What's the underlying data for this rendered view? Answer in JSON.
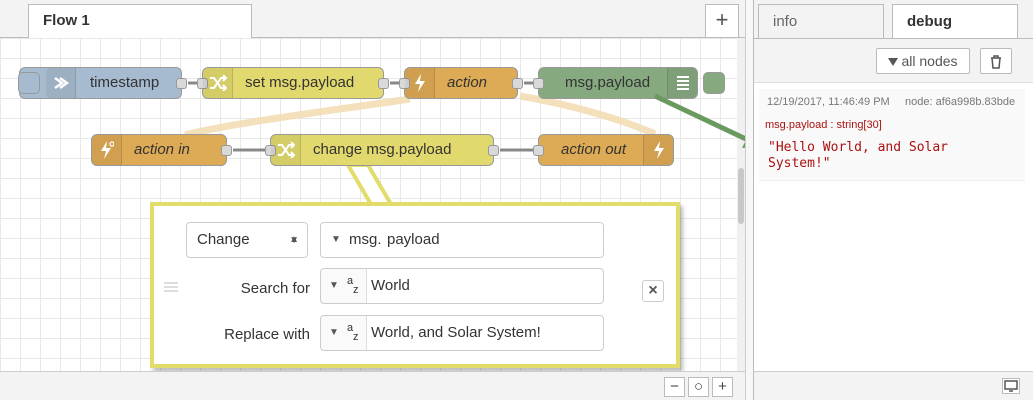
{
  "workspace": {
    "tab_label": "Flow 1",
    "add_tab": "+",
    "zoom": {
      "out": "−",
      "reset": "○",
      "in": "+"
    }
  },
  "nodes": {
    "timestamp": "timestamp",
    "set_payload": "set msg.payload",
    "action": "action",
    "debug_payload": "msg.payload",
    "action_in": "action in",
    "change_payload": "change msg.payload",
    "action_out": "action out"
  },
  "editor": {
    "action_select": "Change",
    "property_prefix": "msg.",
    "property_value": "payload",
    "search_label": "Search for",
    "search_type_icon": "az",
    "search_value": "World",
    "replace_label": "Replace with",
    "replace_type_icon": "az",
    "replace_value": "World, and Solar System!",
    "delete_rule": "×"
  },
  "sidebar": {
    "tab_info": "info",
    "tab_debug": "debug",
    "filter_label": "all nodes",
    "message": {
      "timestamp": "12/19/2017, 11:46:49 PM",
      "node": "node: af6a998b.83bde",
      "topic": "msg.payload : string[30]",
      "value": "\"Hello World, and Solar System!\""
    }
  },
  "colors": {
    "inject": "#a6bbcf",
    "change": "#e2d96e",
    "link": "#ddaa55",
    "debug": "#87a980",
    "highlight_border": "#e2dd6b",
    "debug_text": "#aa1111"
  }
}
